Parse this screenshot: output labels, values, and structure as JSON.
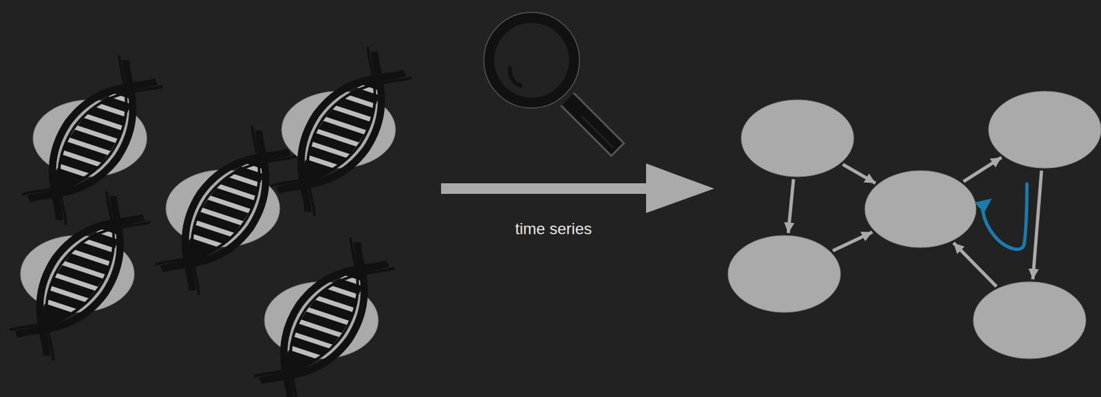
{
  "diagram": {
    "nodes": [
      {
        "text": []
      },
      {
        "text": []
      },
      {
        "text": []
      },
      {
        "text": []
      },
      {
        "text": []
      }
    ],
    "edges": [
      {
        "from": 0,
        "to": 1,
        "arrow": "to"
      },
      {
        "from": 0,
        "to": 2,
        "arrow": "to"
      },
      {
        "from": 1,
        "to": 2,
        "arrow": "to"
      },
      {
        "from": 2,
        "to": 3,
        "arrow": "to"
      },
      {
        "from": 3,
        "to": 4,
        "arrow": "to"
      },
      {
        "from": 4,
        "to": 2,
        "arrow": "to"
      }
    ],
    "labels": [
      "time series"
    ]
  }
}
